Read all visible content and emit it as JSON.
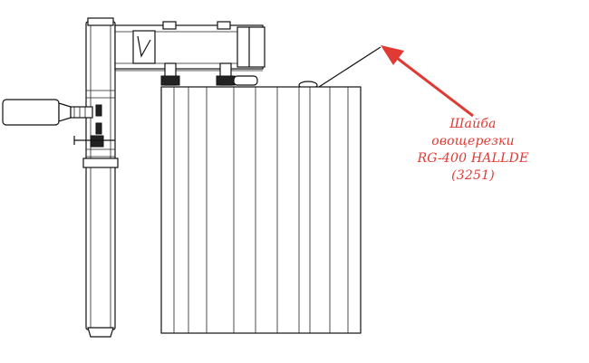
{
  "callout": {
    "lines": [
      "Шайба",
      "овощерезки",
      "RG-400 HALLDE",
      "(3251)"
    ],
    "color": "#e03a34"
  },
  "colors": {
    "line": "#111111",
    "arrow": "#e03a34",
    "background": "#ffffff"
  }
}
